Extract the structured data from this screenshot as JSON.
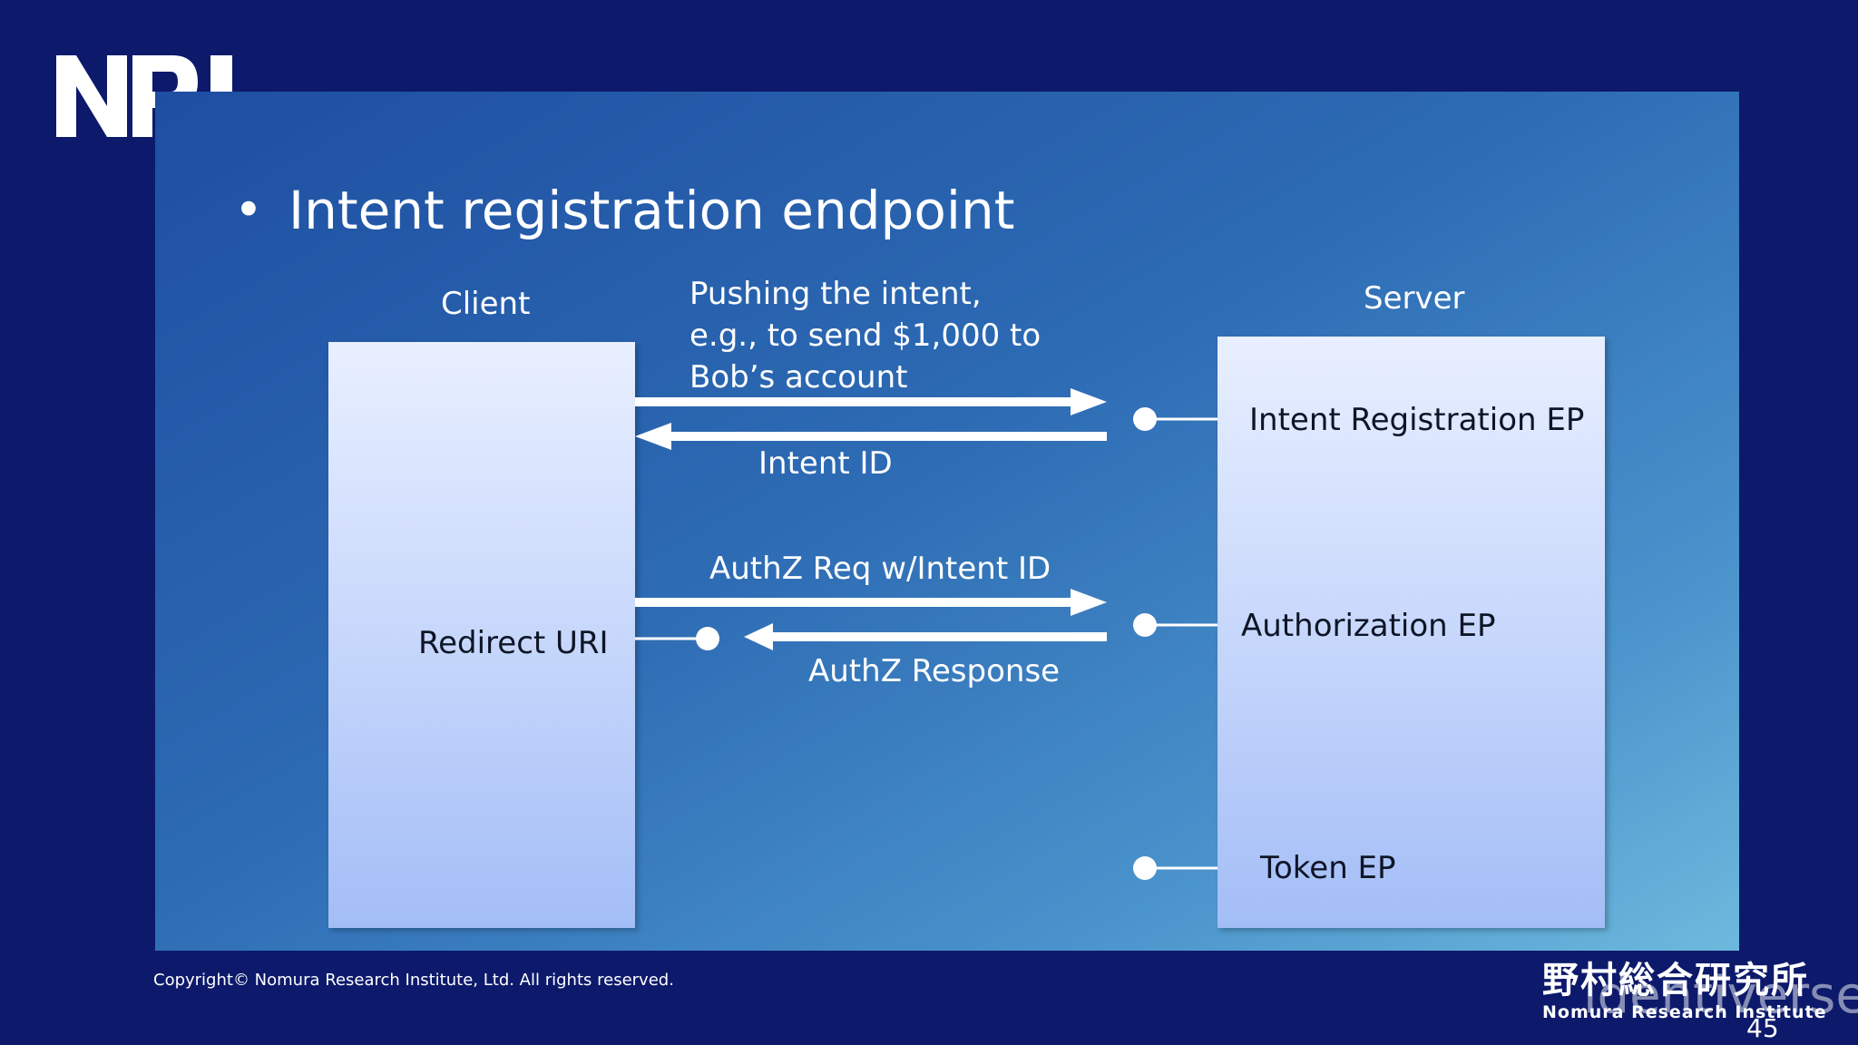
{
  "logo": {
    "text": "NRI"
  },
  "slide": {
    "bullet": "•",
    "title": "Intent registration endpoint"
  },
  "diagram": {
    "client_label": "Client",
    "server_label": "Server",
    "push_line1": "Pushing the intent,",
    "push_line2": "e.g., to send $1,000 to",
    "push_line3": "Bob’s account",
    "intent_id": "Intent ID",
    "authz_req": "AuthZ Req w/Intent ID",
    "authz_resp": "AuthZ Response",
    "redirect_uri": "Redirect URI",
    "intent_reg_ep": "Intent Registration EP",
    "authorization_ep": "Authorization EP",
    "token_ep": "Token EP"
  },
  "footer": {
    "copyright": "Copyright© Nomura Research Institute, Ltd. All rights reserved.",
    "company_jp": "野村総合研究所",
    "company_en": "Nomura Research Institute",
    "watermark": "identiverse",
    "page_number": "45"
  },
  "colors": {
    "outer_background": "#0d1a6b",
    "arrow": "#ffffff",
    "box_top": "#e8efff",
    "box_bottom": "#a3bdf6"
  }
}
